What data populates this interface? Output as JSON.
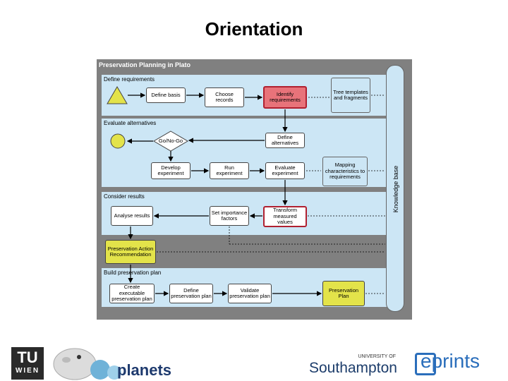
{
  "page": {
    "title": "Orientation"
  },
  "diagram": {
    "title": "Preservation Planning in Plato",
    "knowledge_base": "Knowledge base",
    "sections": {
      "define_requirements": {
        "label": "Define requirements",
        "boxes": {
          "define_basis": "Define basis",
          "choose_records": "Choose records",
          "identify_requirements": "Identify requirements"
        }
      },
      "evaluate_alternatives": {
        "label": "Evaluate alternatives",
        "boxes": {
          "go_no_go": "Go/No-Go",
          "define_alternatives": "Define alternatives",
          "develop_experiment": "Develop experiment",
          "run_experiment": "Run experiment",
          "evaluate_experiment": "Evaluate experiment"
        }
      },
      "consider_results": {
        "label": "Consider results",
        "boxes": {
          "analyse_results": "Analyse results",
          "set_importance_factors": "Set importance factors",
          "transform_measured_values": "Transform measured values"
        }
      },
      "recommendation": "Preservation Action Recommendation",
      "build_plan": {
        "label": "Build preservation plan",
        "boxes": {
          "create_executable": "Create executable preservation plan",
          "define_plan": "Define preservation plan",
          "validate_plan": "Validate preservation plan"
        }
      }
    },
    "side_boxes": {
      "tree_templates": "Tree templates and fragments",
      "mapping": "Mapping characteristics to requirements",
      "preservation_plan": "Preservation Plan"
    }
  },
  "logos": {
    "tu": "TU",
    "wien": "WIEN",
    "planets": "planets",
    "university_of": "UNIVERSITY OF",
    "southampton": "Southampton",
    "eprints": "eprints"
  },
  "colors": {
    "panel": "#cce6f5",
    "diagram_bg": "#808080",
    "highlight": "#e8737a",
    "yellow": "#e3e34a"
  }
}
